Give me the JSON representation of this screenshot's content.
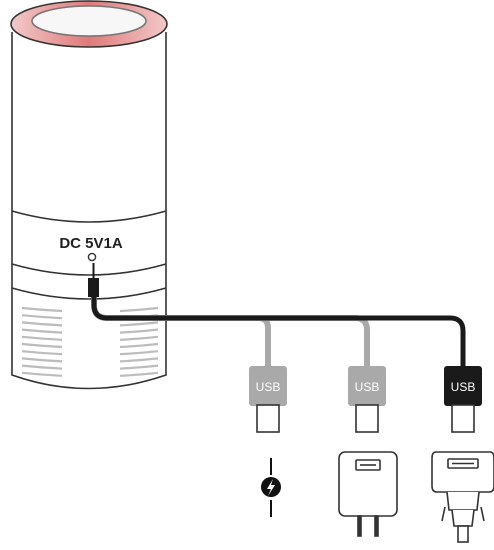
{
  "device": {
    "port_label": "DC 5V1A"
  },
  "connectors": [
    {
      "label": "USB",
      "state": "inactive",
      "power_source": "power-bank"
    },
    {
      "label": "USB",
      "state": "inactive",
      "power_source": "wall-adapter"
    },
    {
      "label": "USB",
      "state": "active",
      "power_source": "car-charger"
    }
  ],
  "colors": {
    "active_cable": "#1a1a1a",
    "inactive_cable": "#a9a9a9",
    "device_outline": "#333333",
    "top_ring_glow": "#e07a7a"
  },
  "icons": [
    "power-bank-icon",
    "wall-adapter-icon",
    "car-charger-icon"
  ]
}
